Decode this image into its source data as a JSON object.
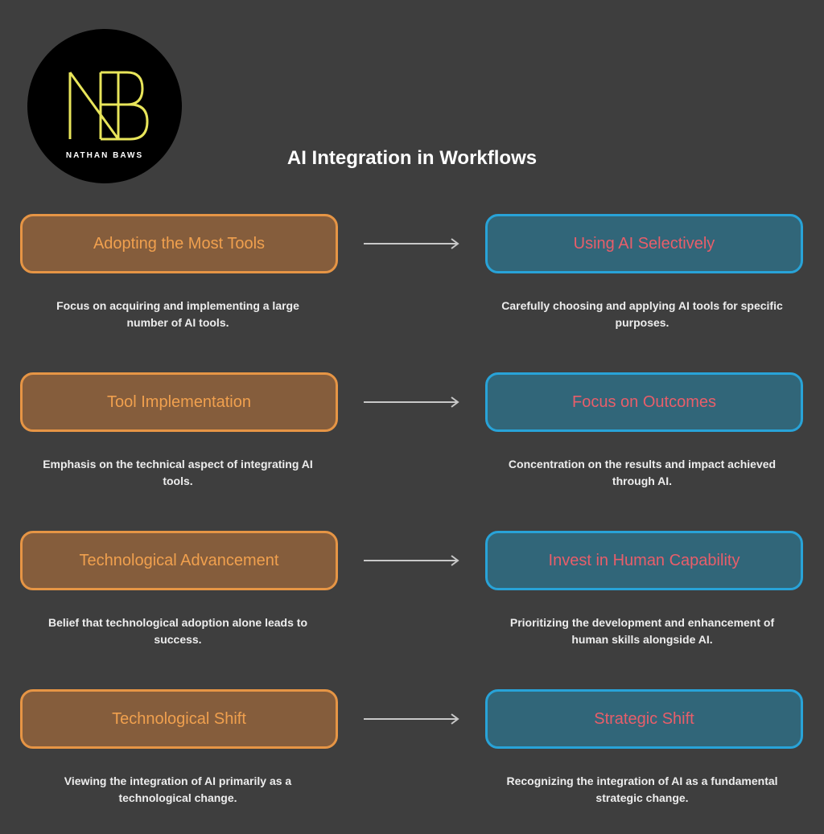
{
  "logo": {
    "text": "NATHAN BAWS",
    "letters": "NB"
  },
  "title": "AI Integration in Workflows",
  "colors": {
    "background": "#3e3e3e",
    "left_fill": "#855d3c",
    "left_border": "#e69545",
    "left_text": "#f0a04e",
    "right_fill": "#316679",
    "right_border": "#28a3d8",
    "right_text": "#e85e6a",
    "logo_accent": "#e8e55a"
  },
  "rows": [
    {
      "left_label": "Adopting the Most Tools",
      "left_desc": "Focus on acquiring and implementing a large number of AI tools.",
      "right_label": "Using AI Selectively",
      "right_desc": "Carefully choosing and applying AI tools for specific purposes."
    },
    {
      "left_label": "Tool Implementation",
      "left_desc": "Emphasis on the technical aspect of integrating AI tools.",
      "right_label": "Focus on Outcomes",
      "right_desc": "Concentration on the results and impact achieved through AI."
    },
    {
      "left_label": "Technological Advancement",
      "left_desc": "Belief that technological adoption alone leads to success.",
      "right_label": "Invest in Human Capability",
      "right_desc": "Prioritizing the development and enhancement of human skills alongside AI."
    },
    {
      "left_label": "Technological Shift",
      "left_desc": "Viewing the integration of AI primarily as a technological change.",
      "right_label": "Strategic Shift",
      "right_desc": "Recognizing the integration of AI as a fundamental strategic change."
    }
  ]
}
